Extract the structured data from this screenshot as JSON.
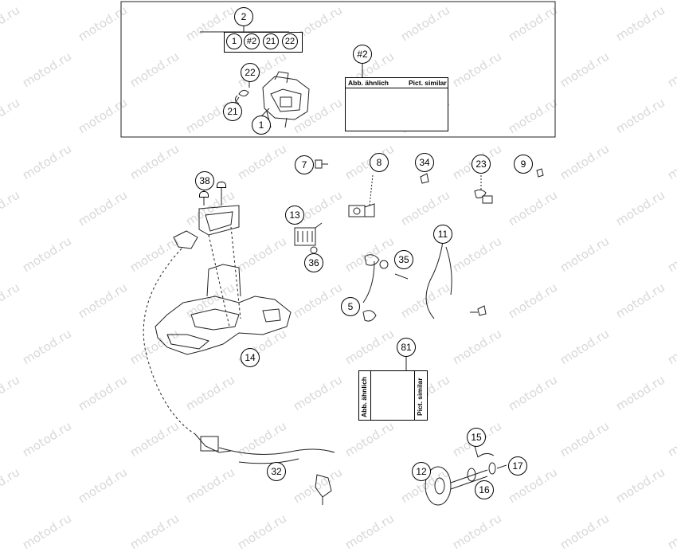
{
  "watermark": "motod.ru",
  "group_callout": "2",
  "group_items": [
    "1",
    "#2",
    "21",
    "22"
  ],
  "insets": {
    "harness": {
      "callout": "#2",
      "label_left": "Abb. ähnlich",
      "label_right": "Pict. similar"
    },
    "wiring": {
      "callout": "81",
      "label_left": "Abb. ähnlich",
      "label_right": "Pict. similar"
    }
  },
  "callouts": {
    "c22top": "22",
    "c21": "21",
    "c1": "1",
    "c7": "7",
    "c8": "8",
    "c34": "34",
    "c23": "23",
    "c9": "9",
    "c38": "38",
    "c13": "13",
    "c36": "36",
    "c11": "11",
    "c35": "35",
    "c5": "5",
    "c14": "14",
    "c32": "32",
    "c12": "12",
    "c15": "15",
    "c16": "16",
    "c17": "17"
  }
}
